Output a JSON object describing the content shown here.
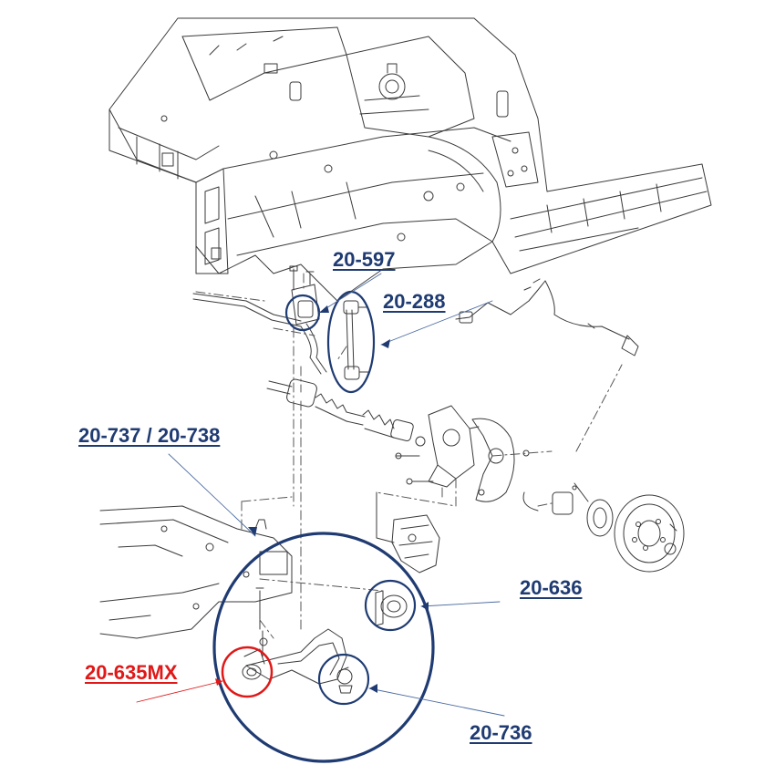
{
  "labels": {
    "l20_597": "20-597",
    "l20_288": "20-288",
    "l20_737": "20-737 / 20-738",
    "l20_636": "20-636",
    "l20_635mx": "20-635MX",
    "l20_736": "20-736"
  },
  "colors": {
    "label_blue": "#1f3b72",
    "highlight_red": "#e01818",
    "linework": "#3a3a3a",
    "pointer_blue": "#4a6aa0"
  },
  "icons": {
    "vehicle_body": "car-body-frame-drawing",
    "stabilizer_bar": "sway-bar-drawing",
    "drive_shaft": "cv-axle-drawing",
    "steering_knuckle": "knuckle-drawing",
    "brake_disc": "rotor-drawing",
    "control_arm": "lower-control-arm-drawing",
    "subframe": "subframe-drawing",
    "abs_sensor": "wheel-speed-sensor-drawing"
  }
}
